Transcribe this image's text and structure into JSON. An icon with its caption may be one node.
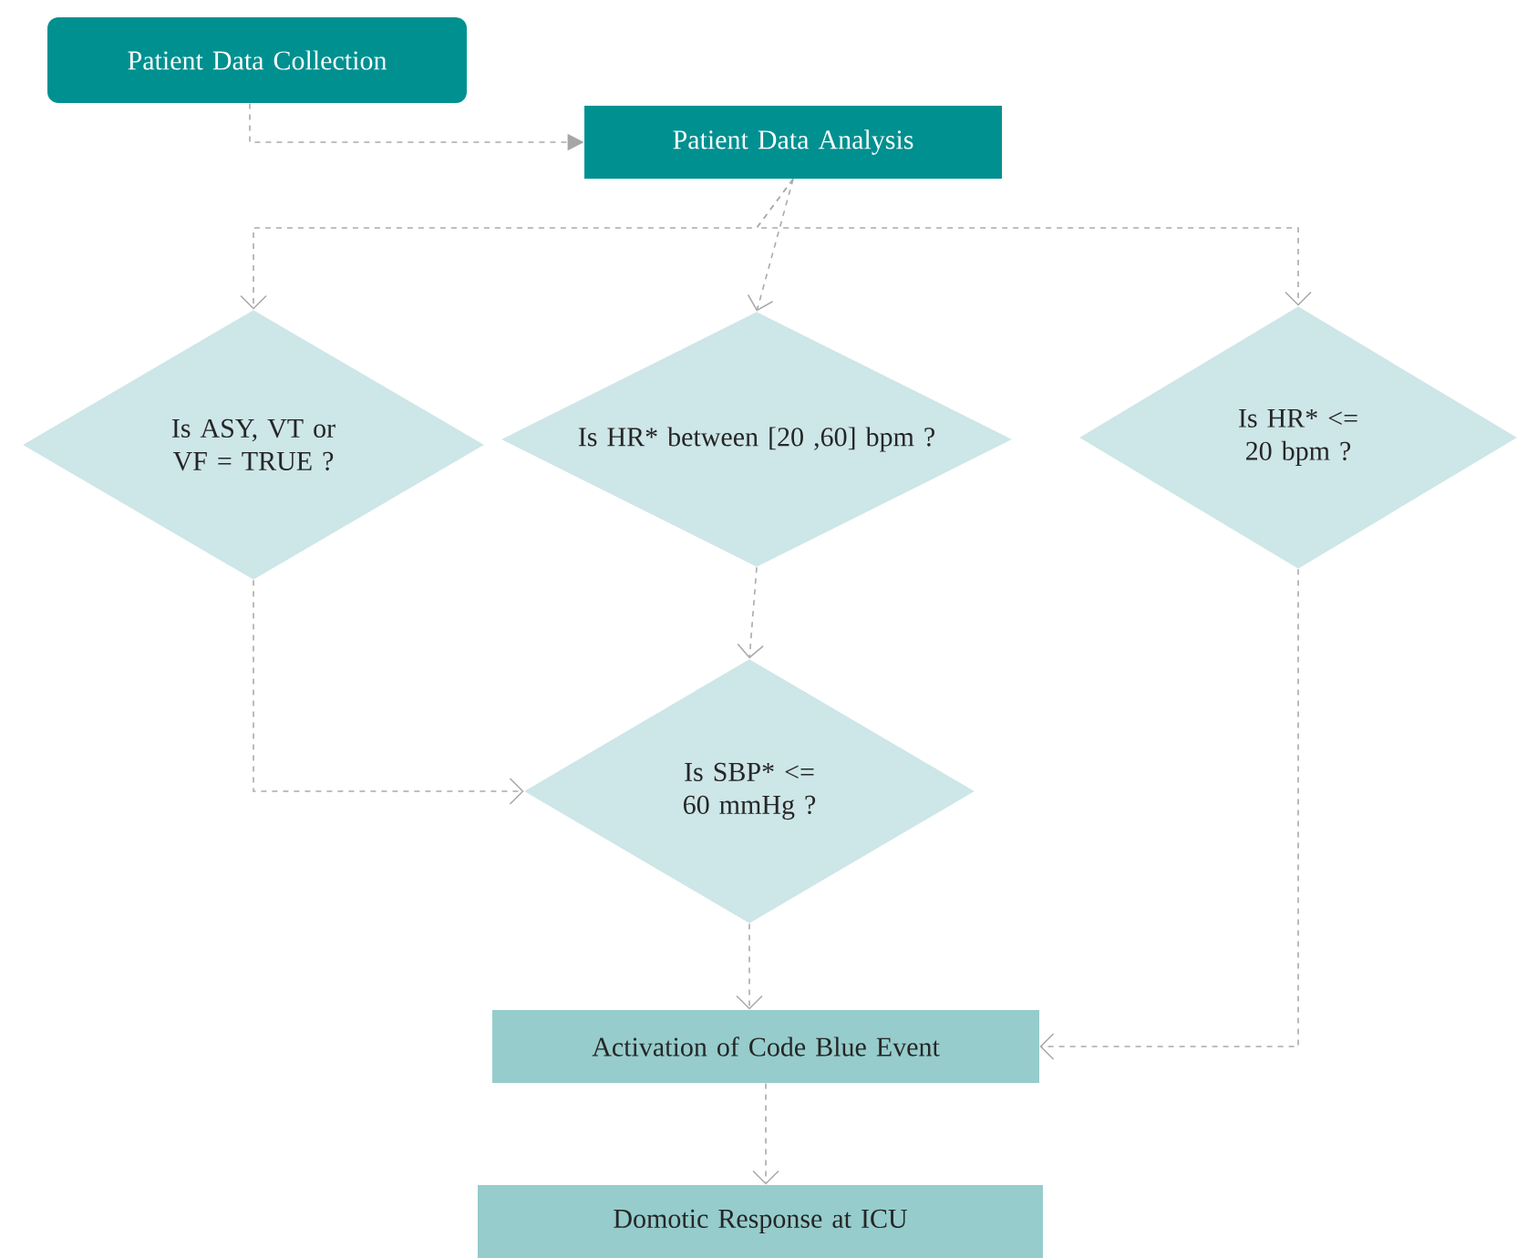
{
  "diagram": {
    "nodes": [
      {
        "text": [
          "Patient Data Collection"
        ]
      },
      {
        "text": [
          "Patient Data Analysis"
        ]
      },
      {
        "text": [
          "Is ASY, VT or VF = TRUE ?"
        ]
      },
      {
        "text": [
          "Is HR* between [20 ,60] bpm ?"
        ]
      },
      {
        "text": [
          "Is HR* <= 20 bpm ?"
        ]
      },
      {
        "text": [
          "Is SBP* <= 60 mmHg ?"
        ]
      },
      {
        "text": [
          "Activation of Code Blue Event"
        ]
      },
      {
        "text": [
          "Domotic Response at ICU"
        ]
      }
    ],
    "edges": [
      {
        "from": 0,
        "to": 1,
        "arrow": "to",
        "style": "dashed"
      },
      {
        "from": 1,
        "to": 2,
        "arrow": "to",
        "style": "dashed"
      },
      {
        "from": 1,
        "to": 3,
        "arrow": "to",
        "style": "dashed"
      },
      {
        "from": 1,
        "to": 4,
        "arrow": "to",
        "style": "dashed"
      },
      {
        "from": 2,
        "to": 5,
        "arrow": "to",
        "style": "dashed"
      },
      {
        "from": 3,
        "to": 5,
        "arrow": "to",
        "style": "dashed"
      },
      {
        "from": 5,
        "to": 6,
        "arrow": "to",
        "style": "dashed"
      },
      {
        "from": 4,
        "to": 6,
        "arrow": "to",
        "style": "dashed"
      },
      {
        "from": 6,
        "to": 7,
        "arrow": "to",
        "style": "dashed"
      }
    ]
  }
}
